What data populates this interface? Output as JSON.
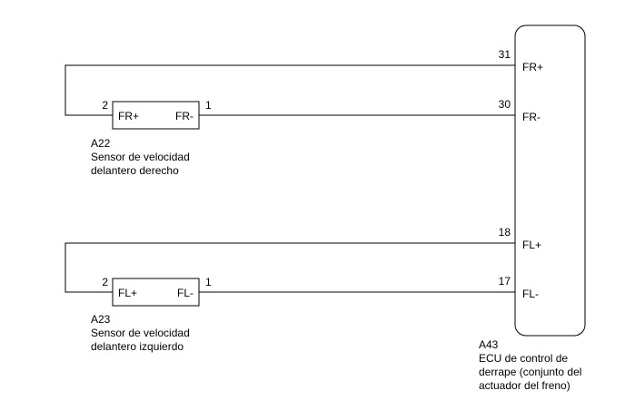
{
  "ecu": {
    "code": "A43",
    "desc": [
      "ECU de control de",
      "derrape (conjunto del",
      "actuador del freno)"
    ],
    "pins": [
      {
        "num": "31",
        "label": "FR+"
      },
      {
        "num": "30",
        "label": "FR-"
      },
      {
        "num": "18",
        "label": "FL+"
      },
      {
        "num": "17",
        "label": "FL-"
      }
    ]
  },
  "sensor_right": {
    "code": "A22",
    "desc": [
      "Sensor de velocidad",
      "delantero derecho"
    ],
    "pin_left": {
      "num": "2",
      "label": "FR+"
    },
    "pin_right": {
      "num": "1",
      "label": "FR-"
    }
  },
  "sensor_left": {
    "code": "A23",
    "desc": [
      "Sensor de velocidad",
      "delantero izquierdo"
    ],
    "pin_left": {
      "num": "2",
      "label": "FL+"
    },
    "pin_right": {
      "num": "1",
      "label": "FL-"
    }
  }
}
